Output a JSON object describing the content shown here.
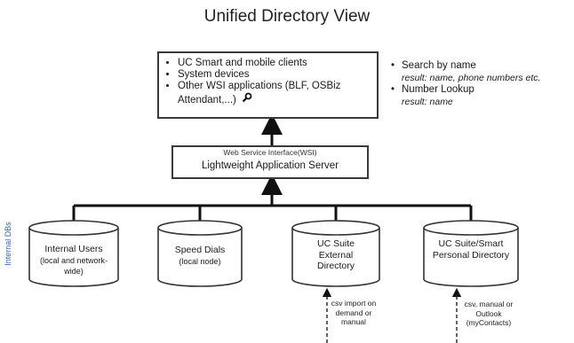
{
  "title": "Unified Directory View",
  "clients": {
    "items": [
      "UC Smart and mobile clients",
      "System devices",
      "Other WSI applications (BLF, OSBiz Attendant,...)"
    ]
  },
  "notes": {
    "search_label": "Search by name",
    "search_result": "result: name, phone numbers etc.",
    "lookup_label": "Number Lookup",
    "lookup_result": "result: name"
  },
  "server": {
    "interface": "Web Service Interface(WSI)",
    "name": "Lightweight Application Server"
  },
  "side_label": "Internal DBs",
  "databases": [
    {
      "title": "Internal Users",
      "subtitle": "(local and network-wide)"
    },
    {
      "title": "Speed Dials",
      "subtitle": "(local node)"
    },
    {
      "title": "UC Suite External Directory",
      "subtitle": ""
    },
    {
      "title": "UC Suite/Smart Personal Directory",
      "subtitle": ""
    }
  ],
  "imports": {
    "external": "csv import on demand or manual",
    "personal": "csv, manual or Outlook (myContacts)"
  },
  "icons": {
    "search": "search-icon"
  }
}
